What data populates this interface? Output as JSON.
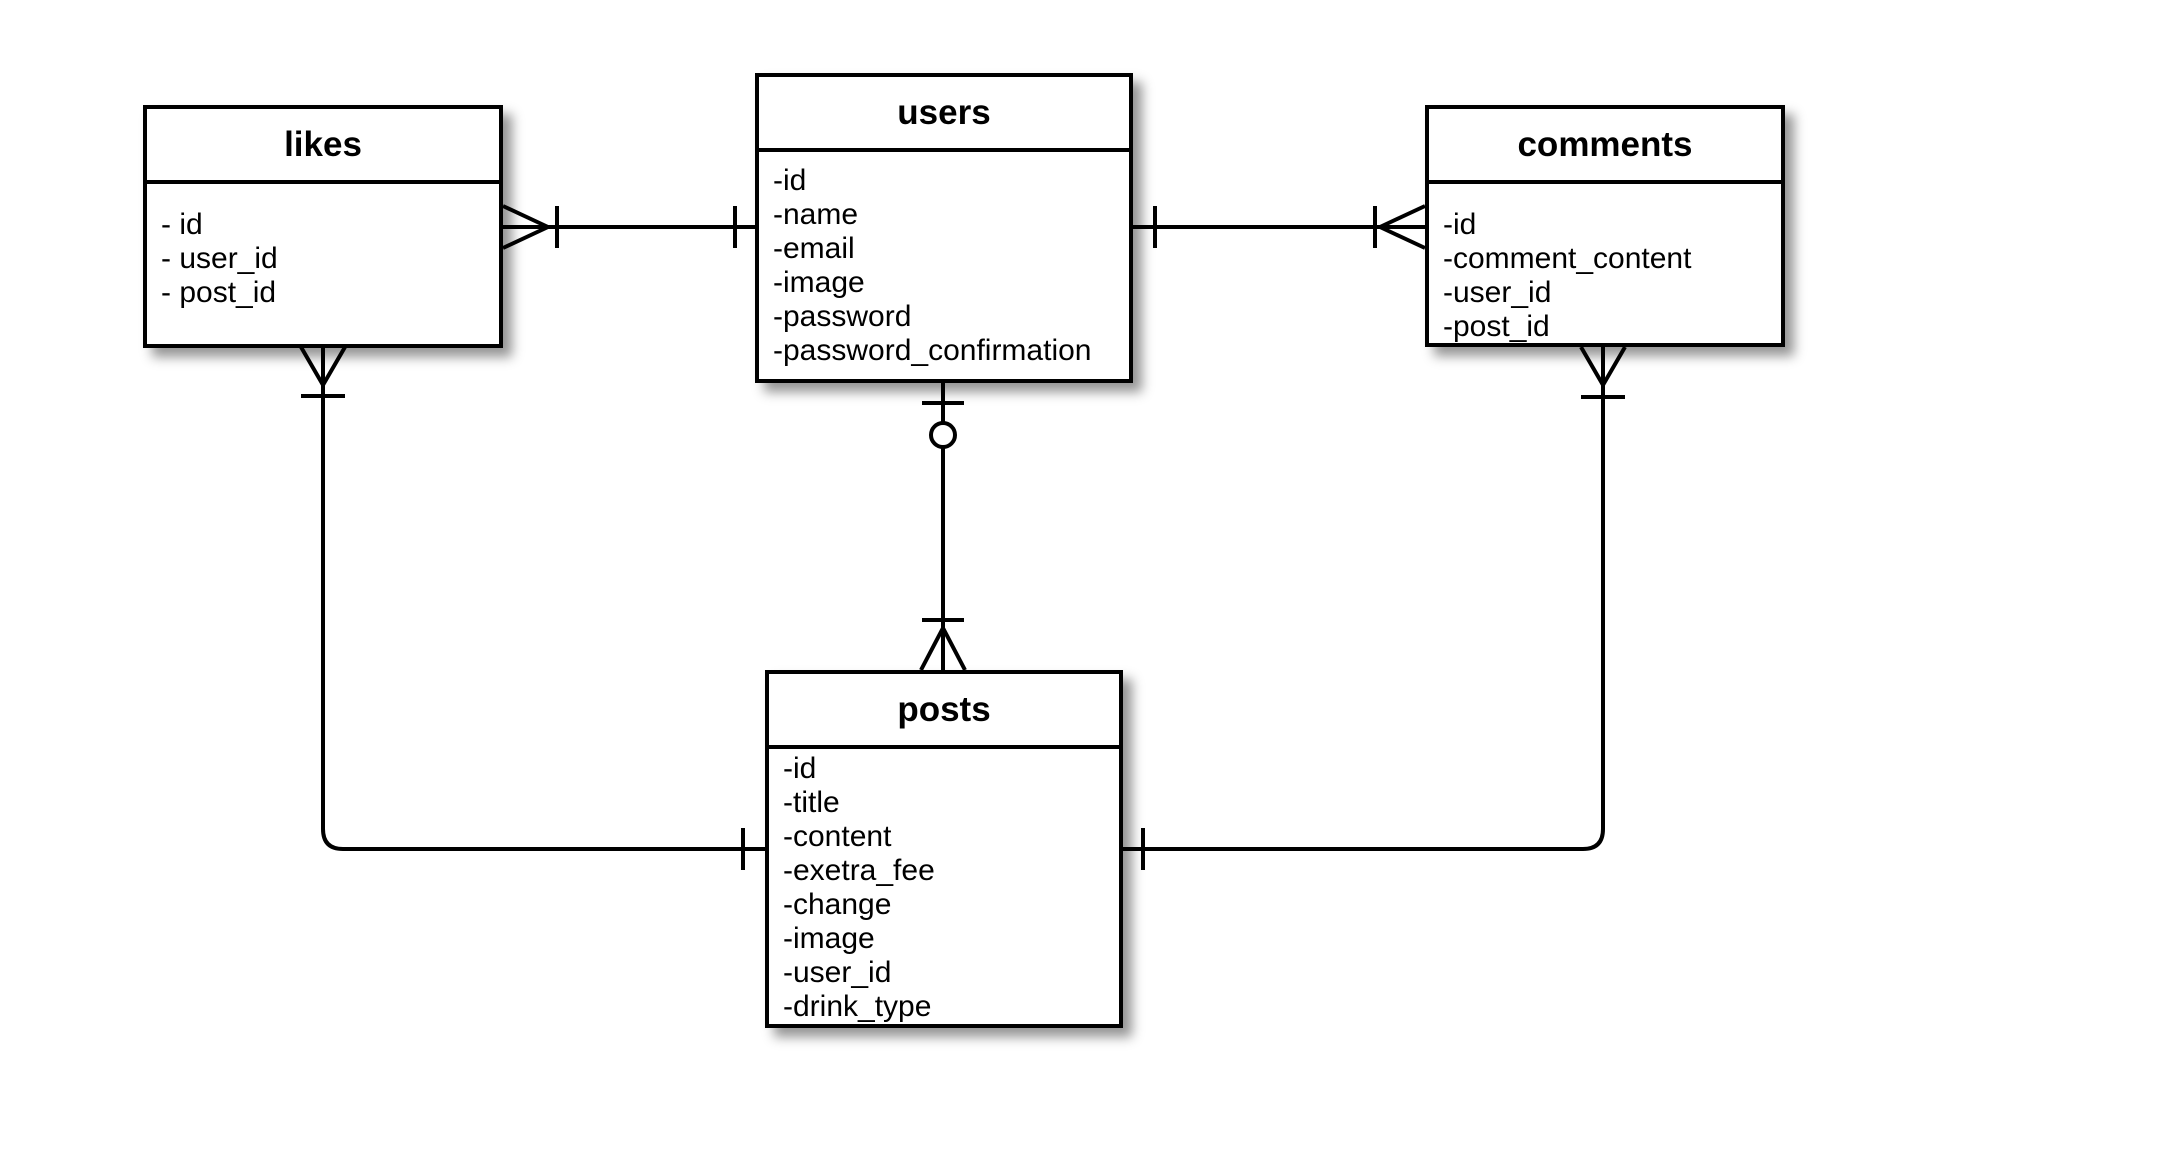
{
  "diagram": {
    "type": "entity-relationship",
    "notation": "crow's foot"
  },
  "colors": {
    "background": "#ffffff",
    "line": "#000000",
    "box_fill": "#ffffff",
    "box_border": "#000000",
    "text": "#000000"
  },
  "entities": {
    "likes": {
      "title": "likes",
      "fields": [
        "- id",
        "- user_id",
        "- post_id"
      ]
    },
    "users": {
      "title": "users",
      "fields": [
        "-id",
        "-name",
        "-email",
        "-image",
        "-password",
        "-password_confirmation"
      ]
    },
    "comments": {
      "title": "comments",
      "fields": [
        "-id",
        "-comment_content",
        "-user_id",
        "-post_id"
      ]
    },
    "posts": {
      "title": "posts",
      "fields": [
        "-id",
        "-title",
        "-content",
        "-exetra_fee",
        "-change",
        "-image",
        "-user_id",
        "-drink_type"
      ]
    }
  },
  "relationships": [
    {
      "from": "likes",
      "to": "users",
      "from_cardinality": "one-or-many",
      "to_cardinality": "one"
    },
    {
      "from": "comments",
      "to": "users",
      "from_cardinality": "one-or-many",
      "to_cardinality": "one"
    },
    {
      "from": "posts",
      "to": "users",
      "from_cardinality": "one-or-many",
      "to_cardinality": "zero-or-one"
    },
    {
      "from": "likes",
      "to": "posts",
      "from_cardinality": "one-or-many",
      "to_cardinality": "one"
    },
    {
      "from": "comments",
      "to": "posts",
      "from_cardinality": "one-or-many",
      "to_cardinality": "one"
    }
  ]
}
